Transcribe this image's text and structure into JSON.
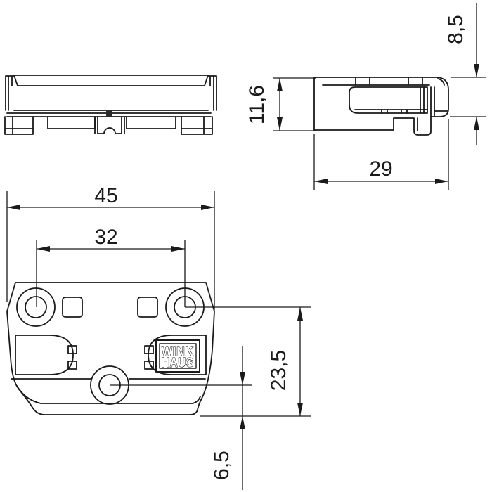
{
  "meta": {
    "background_color": "#ffffff",
    "line_color": "#1a1a1a",
    "drawing_type": "technical dimension drawing, three orthographic views"
  },
  "dimensions": {
    "total_width": "45",
    "hole_spacing": "32",
    "depth": "29",
    "total_height": "11,6",
    "upper_height": "8,5",
    "holes_to_bottom": "23,5",
    "center_hole_to_bottom": "6,5"
  },
  "logo": {
    "line1": "WINK",
    "line2": "HAUS"
  }
}
